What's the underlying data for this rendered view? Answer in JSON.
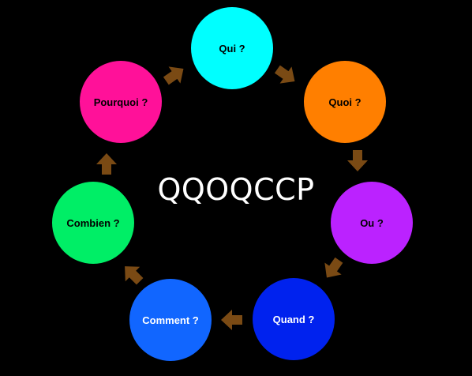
{
  "diagram": {
    "title": "QQOQCCP",
    "background": "#000000",
    "arrow_color": "#7a4a14",
    "nodes": [
      {
        "id": "qui",
        "label": "Qui ?",
        "color": "#00ffff",
        "text_color": "#000000"
      },
      {
        "id": "quoi",
        "label": "Quoi ?",
        "color": "#ff7f00",
        "text_color": "#000000"
      },
      {
        "id": "ou",
        "label": "Ou ?",
        "color": "#bb22ff",
        "text_color": "#000000"
      },
      {
        "id": "quand",
        "label": "Quand ?",
        "color": "#0022ee",
        "text_color": "#ffffff"
      },
      {
        "id": "comment",
        "label": "Comment ?",
        "color": "#1166ff",
        "text_color": "#ffffff"
      },
      {
        "id": "combien",
        "label": "Combien ?",
        "color": "#00ee66",
        "text_color": "#000000"
      },
      {
        "id": "pourquoi",
        "label": "Pourquoi ?",
        "color": "#ff1199",
        "text_color": "#000000"
      }
    ]
  }
}
